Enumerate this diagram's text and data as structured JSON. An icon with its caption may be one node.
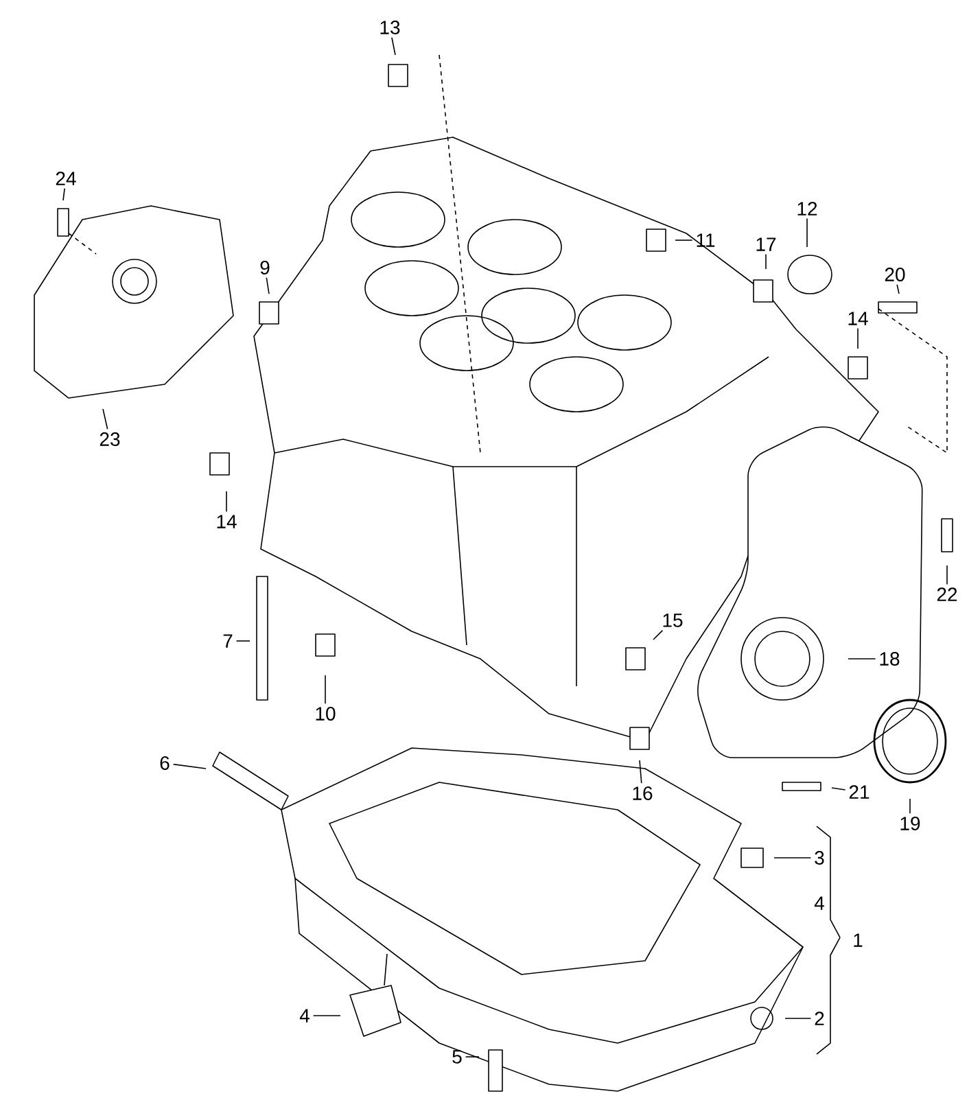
{
  "diagram": {
    "nodes": [
      {
        "text": [
          "13"
        ]
      },
      {
        "text": [
          "24"
        ]
      },
      {
        "text": [
          "12"
        ]
      },
      {
        "text": [
          "11"
        ]
      },
      {
        "text": [
          "17"
        ]
      },
      {
        "text": [
          "9"
        ]
      },
      {
        "text": [
          "20"
        ]
      },
      {
        "text": [
          "14"
        ]
      },
      {
        "text": [
          "23"
        ]
      },
      {
        "text": [
          "14"
        ]
      },
      {
        "text": [
          "22"
        ]
      },
      {
        "text": [
          "15"
        ]
      },
      {
        "text": [
          "7"
        ]
      },
      {
        "text": [
          "18"
        ]
      },
      {
        "text": [
          "10"
        ]
      },
      {
        "text": [
          "6"
        ]
      },
      {
        "text": [
          "16"
        ]
      },
      {
        "text": [
          "21"
        ]
      },
      {
        "text": [
          "19"
        ]
      },
      {
        "text": [
          "3"
        ]
      },
      {
        "text": [
          "4"
        ]
      },
      {
        "text": [
          "2"
        ]
      },
      {
        "text": [
          "5"
        ]
      }
    ],
    "edges": [
      {
        "from": 0,
        "to": null,
        "arrow": "none"
      },
      {
        "from": 1,
        "to": null,
        "arrow": "none"
      },
      {
        "from": 2,
        "to": null,
        "arrow": "none"
      },
      {
        "from": 3,
        "to": null,
        "arrow": "none"
      },
      {
        "from": 4,
        "to": null,
        "arrow": "none"
      },
      {
        "from": 5,
        "to": null,
        "arrow": "none"
      },
      {
        "from": 6,
        "to": null,
        "arrow": "none"
      },
      {
        "from": 7,
        "to": null,
        "arrow": "none"
      },
      {
        "from": 8,
        "to": null,
        "arrow": "none"
      },
      {
        "from": 9,
        "to": null,
        "arrow": "none"
      },
      {
        "from": 10,
        "to": null,
        "arrow": "none"
      },
      {
        "from": 11,
        "to": null,
        "arrow": "none"
      },
      {
        "from": 12,
        "to": null,
        "arrow": "none"
      },
      {
        "from": 13,
        "to": null,
        "arrow": "none"
      },
      {
        "from": 14,
        "to": null,
        "arrow": "none"
      },
      {
        "from": 15,
        "to": null,
        "arrow": "none"
      },
      {
        "from": 16,
        "to": null,
        "arrow": "none"
      },
      {
        "from": 17,
        "to": null,
        "arrow": "none"
      },
      {
        "from": 18,
        "to": null,
        "arrow": "none"
      },
      {
        "from": 19,
        "to": null,
        "arrow": "none"
      },
      {
        "from": 20,
        "to": null,
        "arrow": "none"
      },
      {
        "from": 21,
        "to": null,
        "arrow": "none"
      },
      {
        "from": 22,
        "to": null,
        "arrow": "none"
      }
    ],
    "labels": [
      "4",
      "1"
    ]
  }
}
